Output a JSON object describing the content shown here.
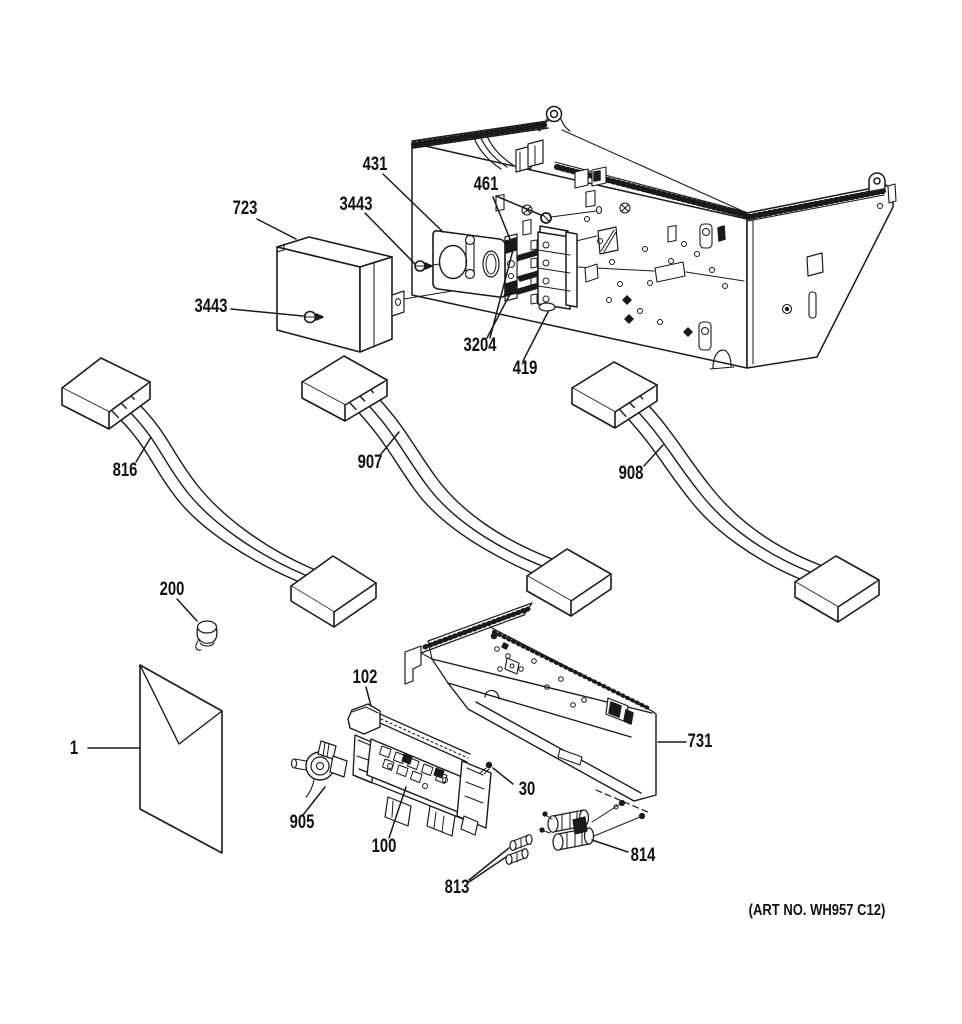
{
  "diagram": {
    "description": "exploded parts diagram of appliance control panel and chassis",
    "background_color": "#ffffff",
    "ink_color": "#1a1a1a",
    "art_no": "(ART NO. WH957 C12)",
    "callouts": [
      {
        "part": "723"
      },
      {
        "part": "431"
      },
      {
        "part": "3443"
      },
      {
        "part": "461"
      },
      {
        "part": "3443"
      },
      {
        "part": "3204"
      },
      {
        "part": "419"
      },
      {
        "part": "816"
      },
      {
        "part": "907"
      },
      {
        "part": "908"
      },
      {
        "part": "200"
      },
      {
        "part": "1"
      },
      {
        "part": "102"
      },
      {
        "part": "905"
      },
      {
        "part": "100"
      },
      {
        "part": "30"
      },
      {
        "part": "731"
      },
      {
        "part": "814"
      },
      {
        "part": "813"
      }
    ]
  }
}
